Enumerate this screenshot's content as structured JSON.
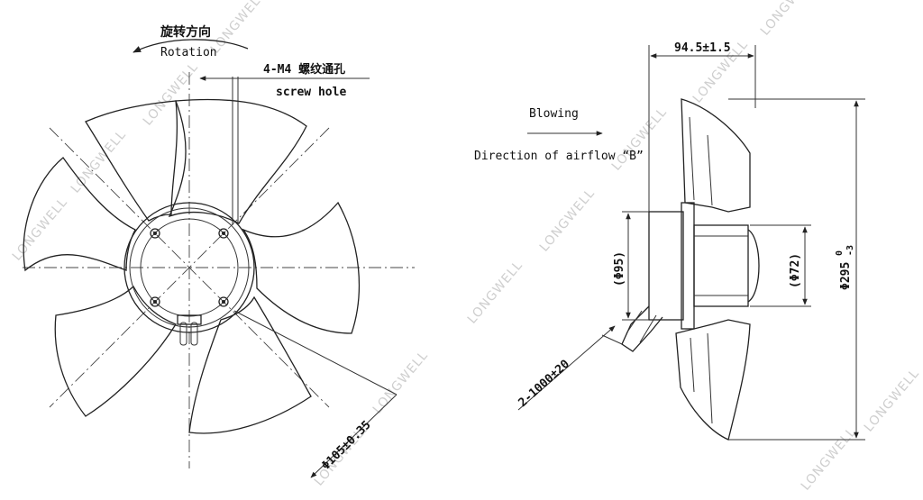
{
  "labels": {
    "rotation_cn": "旋转方向",
    "rotation_en": "Rotation",
    "screw_cn": "4-M4 螺纹通孔",
    "screw_en": "screw hole",
    "blowing": "Blowing",
    "airflow": "Direction of airflow “B”",
    "dim_width": "94.5±1.5",
    "dim_hub": "(Φ95)",
    "dim_motor": "(Φ72)",
    "dim_dia_main": "Φ295",
    "dim_dia_sup": "0",
    "dim_dia_sub": "-3",
    "dim_bolt": "Φ105±0.35",
    "dim_cable": "2-1000±20"
  },
  "watermark": "LONGWELL"
}
